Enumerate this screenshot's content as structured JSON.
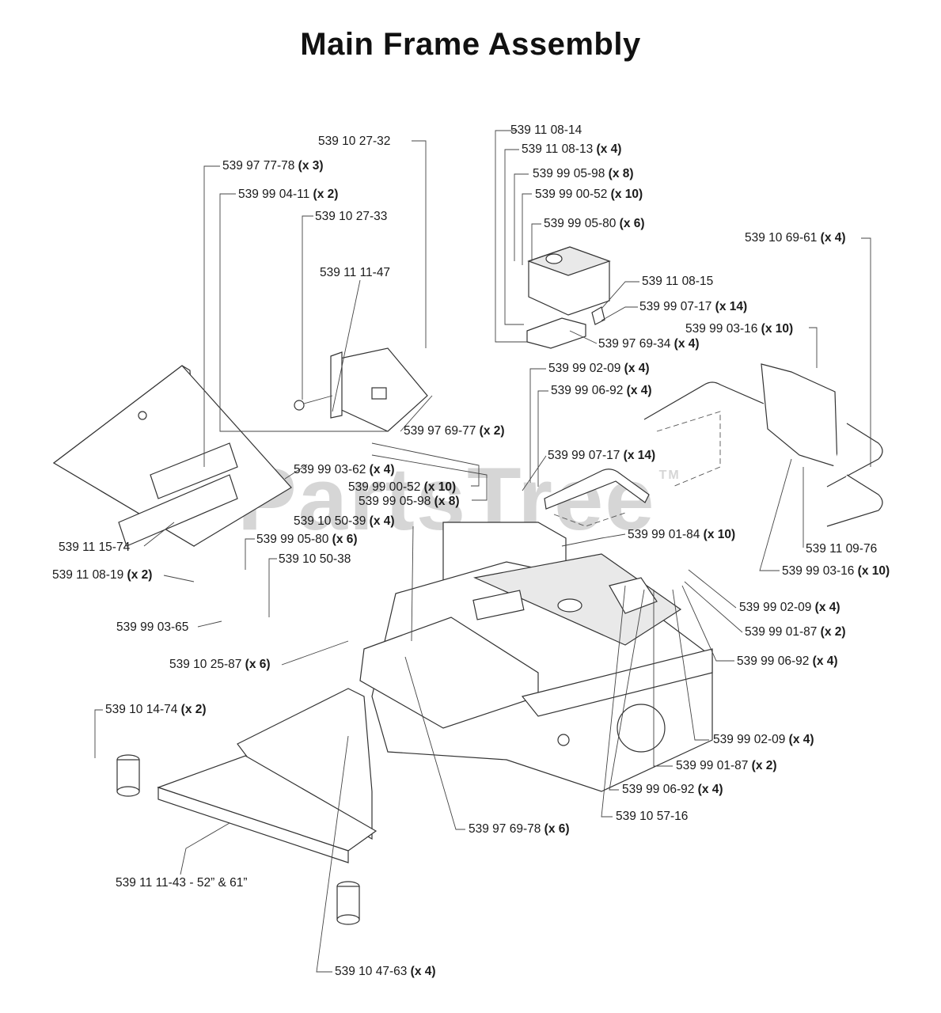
{
  "title": "Main Frame Assembly",
  "watermark": "PartsTree",
  "watermark_tm": "TM",
  "callouts": [
    {
      "id": "c01",
      "part": "539 10 27-32",
      "qty": ""
    },
    {
      "id": "c02",
      "part": "539 97 77-78",
      "qty": "(x 3)"
    },
    {
      "id": "c03",
      "part": "539 99 04-11",
      "qty": "(x 2)"
    },
    {
      "id": "c04",
      "part": "539 10 27-33",
      "qty": ""
    },
    {
      "id": "c05",
      "part": "539 11 11-47",
      "qty": ""
    },
    {
      "id": "c06",
      "part": "539 11 08-14",
      "qty": ""
    },
    {
      "id": "c07",
      "part": "539 11 08-13",
      "qty": "(x 4)"
    },
    {
      "id": "c08",
      "part": "539 99 05-98",
      "qty": "(x 8)"
    },
    {
      "id": "c09",
      "part": "539 99 00-52",
      "qty": "(x 10)"
    },
    {
      "id": "c10",
      "part": "539 99 05-80",
      "qty": "(x 6)"
    },
    {
      "id": "c11",
      "part": "539 10 69-61",
      "qty": "(x 4)"
    },
    {
      "id": "c12",
      "part": "539 11 08-15",
      "qty": ""
    },
    {
      "id": "c13",
      "part": "539 99 07-17",
      "qty": "(x 14)"
    },
    {
      "id": "c14",
      "part": "539 99 03-16",
      "qty": "(x 10)"
    },
    {
      "id": "c15",
      "part": "539 97 69-34",
      "qty": "(x 4)"
    },
    {
      "id": "c16",
      "part": "539 99 02-09",
      "qty": "(x 4)"
    },
    {
      "id": "c17",
      "part": "539 99 06-92",
      "qty": "(x 4)"
    },
    {
      "id": "c18",
      "part": "539 97 69-77",
      "qty": "(x 2)"
    },
    {
      "id": "c19",
      "part": "539 99 03-62",
      "qty": "(x 4)"
    },
    {
      "id": "c20",
      "part": "539 99 00-52",
      "qty": "(x 10)"
    },
    {
      "id": "c21",
      "part": "539 99 05-98",
      "qty": "(x 8)"
    },
    {
      "id": "c22",
      "part": "539 99 07-17",
      "qty": "(x 14)"
    },
    {
      "id": "c23",
      "part": "539 10 50-39",
      "qty": "(x 4)"
    },
    {
      "id": "c24",
      "part": "539 99 01-84",
      "qty": "(x 10)"
    },
    {
      "id": "c25",
      "part": "539 11 15-74",
      "qty": ""
    },
    {
      "id": "c26",
      "part": "539 99 05-80",
      "qty": "(x 6)"
    },
    {
      "id": "c27",
      "part": "539 11 09-76",
      "qty": ""
    },
    {
      "id": "c28",
      "part": "539 10 50-38",
      "qty": ""
    },
    {
      "id": "c29",
      "part": "539 99 03-16",
      "qty": "(x 10)"
    },
    {
      "id": "c30",
      "part": "539 11 08-19",
      "qty": "(x 2)"
    },
    {
      "id": "c31",
      "part": "539 99 02-09",
      "qty": "(x 4)"
    },
    {
      "id": "c32",
      "part": "539 99 03-65",
      "qty": ""
    },
    {
      "id": "c33",
      "part": "539 99 01-87",
      "qty": "(x 2)"
    },
    {
      "id": "c34",
      "part": "539 10 25-87",
      "qty": "(x 6)"
    },
    {
      "id": "c35",
      "part": "539 99 06-92",
      "qty": "(x 4)"
    },
    {
      "id": "c36",
      "part": "539 10 14-74",
      "qty": "(x 2)"
    },
    {
      "id": "c37",
      "part": "539 99 02-09",
      "qty": "(x 4)"
    },
    {
      "id": "c38",
      "part": "539 99 01-87",
      "qty": "(x 2)"
    },
    {
      "id": "c39",
      "part": "539 99 06-92",
      "qty": "(x 4)"
    },
    {
      "id": "c40",
      "part": "539 97 69-78",
      "qty": "(x 6)"
    },
    {
      "id": "c41",
      "part": "539 10 57-16",
      "qty": ""
    },
    {
      "id": "c42",
      "part": "539 11 11-43 - 52” & 61”",
      "qty": ""
    },
    {
      "id": "c43",
      "part": "539 10 47-63",
      "qty": "(x 4)"
    }
  ]
}
